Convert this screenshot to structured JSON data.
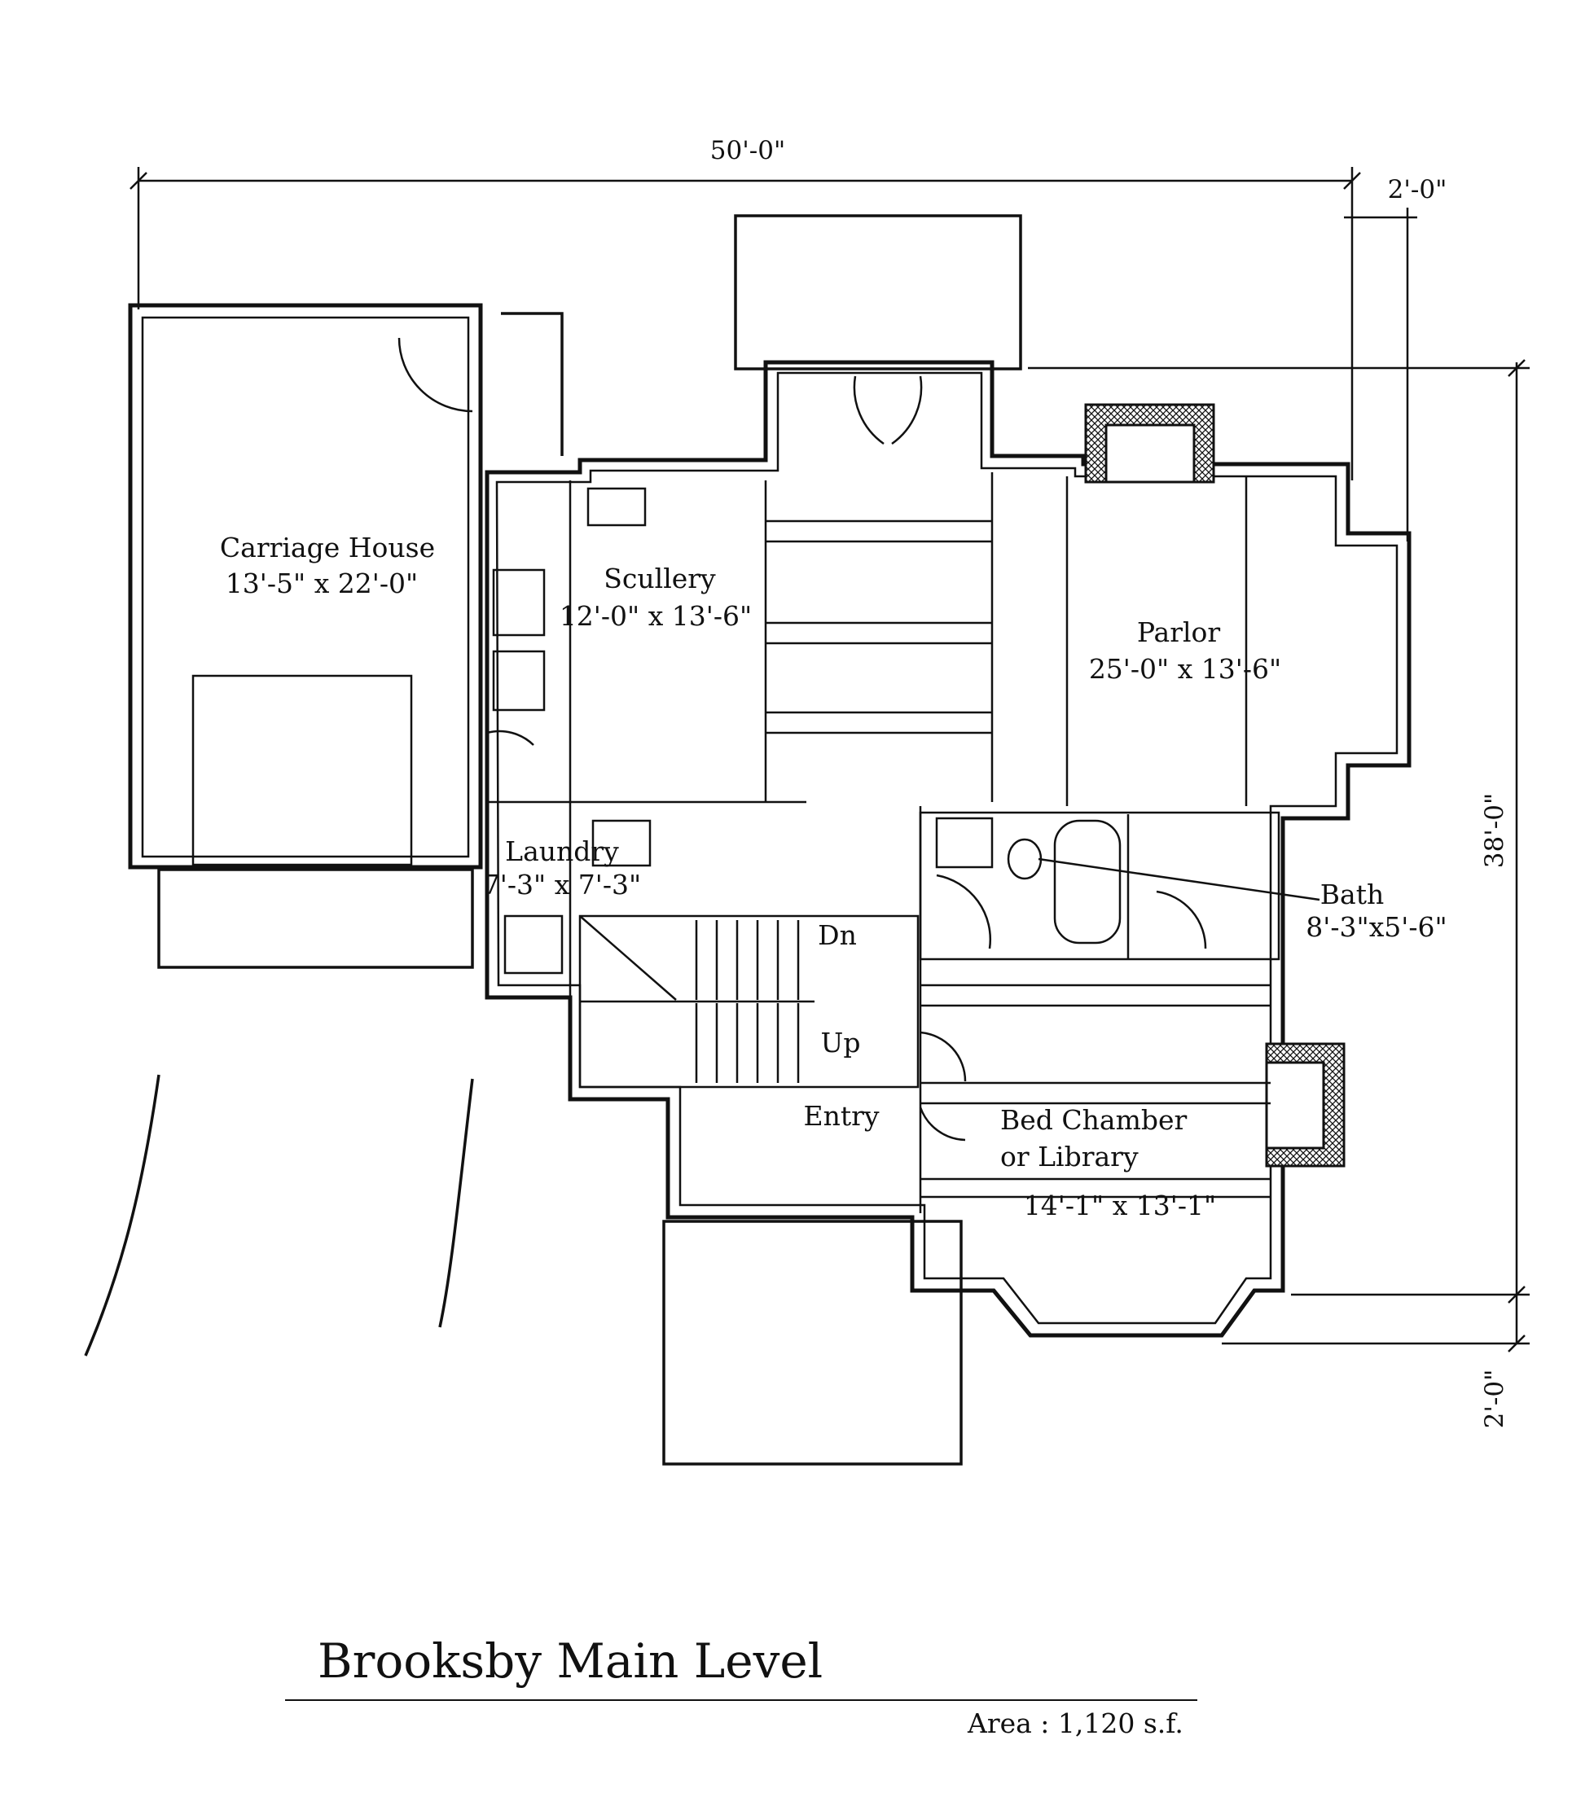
{
  "title": "Brooksby Main Level",
  "area": "Area : 1,120 s.f.",
  "dimensions": {
    "overall_width": "50'-0\"",
    "right_offset_top": "2'-0\"",
    "overall_depth": "38'-0\"",
    "bottom_offset": "2'-0\""
  },
  "rooms": {
    "carriage_house": {
      "name": "Carriage House",
      "size": "13'-5\" x 22'-0\""
    },
    "scullery": {
      "name": "Scullery",
      "size": "12'-0\" x 13'-6\""
    },
    "parlor": {
      "name": "Parlor",
      "size": "25'-0\" x 13'-6\""
    },
    "laundry": {
      "name": "Laundry",
      "size": "7'-3\" x 7'-3\""
    },
    "bath": {
      "name": "Bath",
      "size": "8'-3\"x5'-6\""
    },
    "bed_chamber": {
      "name_line1": "Bed Chamber",
      "name_line2": "or Library",
      "size": "14'-1\" x 13'-1\""
    },
    "entry": {
      "name": "Entry"
    }
  },
  "stairs": {
    "down": "Dn",
    "up": "Up"
  }
}
